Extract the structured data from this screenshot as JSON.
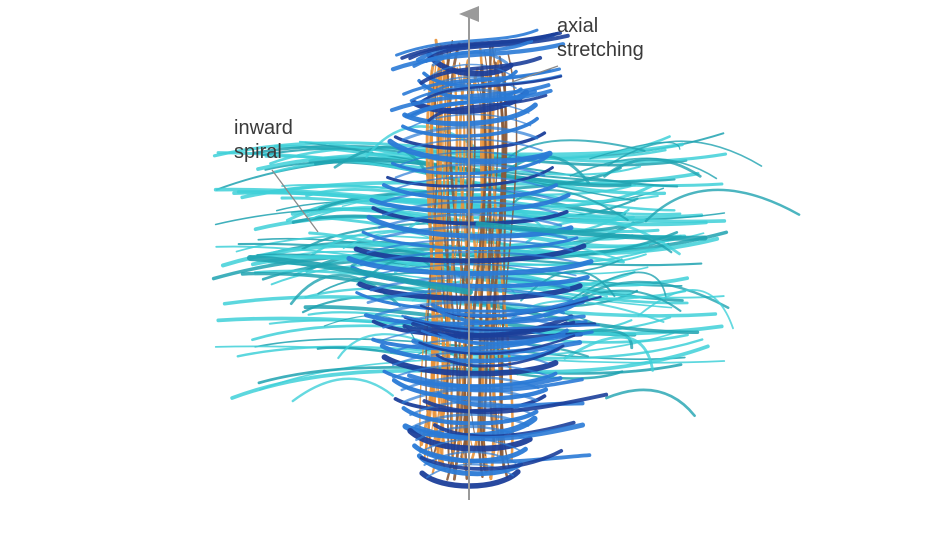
{
  "labels": {
    "inward_spiral": {
      "line1": "inward",
      "line2": "spiral"
    },
    "axial_stretching": {
      "line1": "axial",
      "line2": "stretching"
    }
  },
  "colors": {
    "background": "#ffffff",
    "cyan": "#3fd0d8",
    "teal": "#1fa2b0",
    "blue": "#2a7ad6",
    "navy": "#1c3f9a",
    "orange": "#e8923a",
    "brown": "#8a5a38",
    "axis": "#9a9a9a",
    "pointer": "#8a8a8a",
    "text": "#3a3a3a"
  },
  "icons": {
    "axis": "vertical-arrow-axis-icon",
    "pointer": "pointer-line-icon"
  }
}
